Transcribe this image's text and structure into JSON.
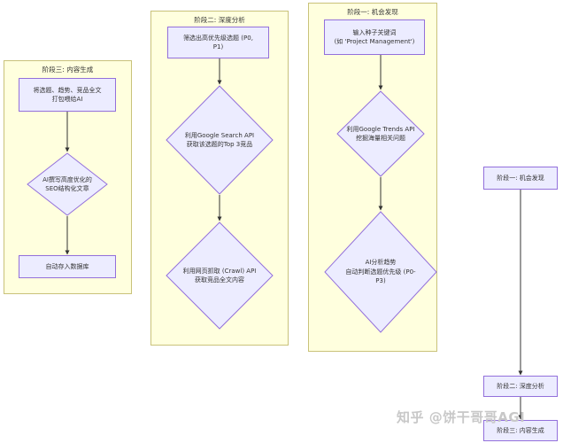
{
  "groups": {
    "stage3": {
      "title": "阶段三: 内容生成"
    },
    "stage2": {
      "title": "阶段二: 深度分析"
    },
    "stage1": {
      "title": "阶段一: 机会发现"
    }
  },
  "nodes": {
    "s3_pack": "将选题、趋势、竞品全文\n打包喂给AI",
    "s3_write": "AI撰写高度优化的\nSEO结构化文章",
    "s3_store": "自动存入数据库",
    "s2_filter": "筛选出高优先级选题 (P0,\nP1)",
    "s2_search": "利用Google Search API\n获取该选题的Top 3竞品",
    "s2_crawl": "利用网页抓取 (Crawl) API\n获取竞品全文内容",
    "s1_input": "输入种子关键词\n(如 'Project Management')",
    "s1_trends": "利用Google Trends API\n挖掘海量相关问题",
    "s1_judge": "AI分析趋势\n自动判断选题优先级 (P0-\nP3)"
  },
  "overview": {
    "stage1": "阶段一: 机会发现",
    "stage2": "阶段二: 深度分析",
    "stage3": "阶段三: 内容生成"
  },
  "watermark": "知乎 @饼干哥哥AGI",
  "colors": {
    "cluster_fill": "#ffffde",
    "cluster_border": "#c9c27a",
    "node_fill": "#ececff",
    "node_border": "#9370db",
    "edge": "#333333"
  }
}
